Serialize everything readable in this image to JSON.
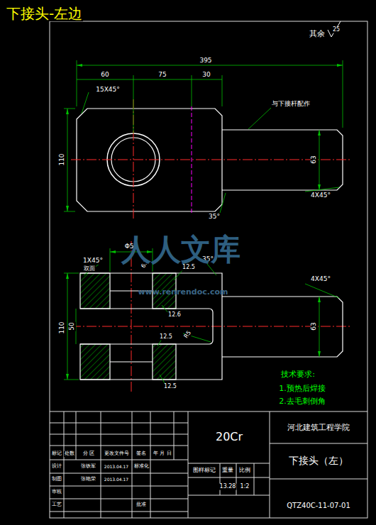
{
  "diagram": {
    "title": "下接头-左边",
    "labels": [
      "其余",
      "25",
      "395",
      "60",
      "75",
      "30",
      "15X45°",
      "与下接杆配作",
      "110",
      "63",
      "4X45°",
      "35°",
      "Φ50",
      "1X45°",
      "双面",
      "6.3",
      "12.5",
      "35°",
      "4X45°",
      "110",
      "50",
      "63",
      "12.6",
      "12.5",
      "R5",
      "12.5",
      "技术要求:",
      "1.预热后焊接",
      "2.去毛刺倒角",
      "20Cr",
      "河北建筑工程学院",
      "下接头（左）",
      "QTZ40C-11-07-01",
      "标记",
      "处数",
      "分 区",
      "更改文件号",
      "签名",
      "年 月 日",
      "设计",
      "张铁军",
      "2013.04.17",
      "标准化",
      "制图",
      "张艳荣",
      "2013.04.17",
      "审核",
      "工艺",
      "批准",
      "图样标记",
      "重量",
      "比例",
      "13.28",
      "1:2",
      "人人文库",
      "www.renrendoc.com"
    ]
  }
}
